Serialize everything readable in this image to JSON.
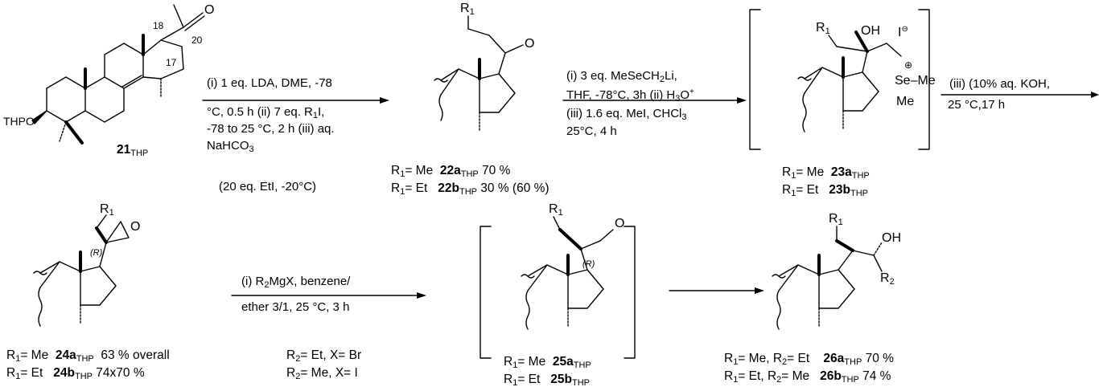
{
  "step1": {
    "line1": "(i) 1 eq. LDA, DME, -78",
    "line2": "°C, 0.5 h (ii) 7 eq. R",
    "line2_tail": "I,",
    "line3": "-78 to 25 °C, 2 h (iii) aq.",
    "line4": "NaHCO",
    "note": "(20 eq. EtI, -20°C)"
  },
  "step2": {
    "line1": "(i) 3 eq. MeSeCH",
    "line1_tail": "Li,",
    "line2": "THF, -78°C, 3h (ii) H",
    "line2_tail": "O",
    "line3": "(iii) 1.6 eq. MeI, CHCl",
    "line4": "25°C, 4 h"
  },
  "step3": {
    "line1": "(iii) (10% aq. KOH,",
    "line2": "25 °C,17 h"
  },
  "step4": {
    "line1": "(i) R",
    "line1_tail": "MgX, benzene/",
    "line2": "ether  3/1, 25 °C, 3 h",
    "cond_a": "R",
    "cond_a_tail": "= Et, X= Br",
    "cond_b_tail": "= Me, X= I"
  },
  "compounds": {
    "c21": "21",
    "c22a": "22a",
    "c22b": "22b",
    "c23a": "23a",
    "c23b": "23b",
    "c24a": "24a",
    "c24b": "24b",
    "c25a": "25a",
    "c25b": "25b",
    "c26a": "26a",
    "c26b": "26b",
    "thp": "THP"
  },
  "yields": {
    "y22a": "70 %",
    "y22b": "30 % (60 %)",
    "y24a": "63 % overall",
    "y24b": "74x70 %",
    "y26a": "70 %",
    "y26b": "74 %"
  },
  "substituents": {
    "r1_me": "= Me",
    "r1_et": "= Et",
    "r1_me_r2_et": "= Me, R",
    "r2_et": "= Et",
    "r1_et_r2_me": "= Et, R",
    "r2_me": "= Me"
  },
  "atoms": {
    "R": "R",
    "one": "1",
    "two": "2",
    "three": "3",
    "O": "O",
    "OH": "OH",
    "I": "I",
    "Se": "Se",
    "Me": "Me",
    "THPO": "THPO",
    "n18": "18",
    "n20": "20",
    "n17": "17",
    "Rstereo": "(R)",
    "minus": "⊖",
    "plus": "⊕",
    "dash_me": "–Me",
    "plus_sign": "+"
  }
}
